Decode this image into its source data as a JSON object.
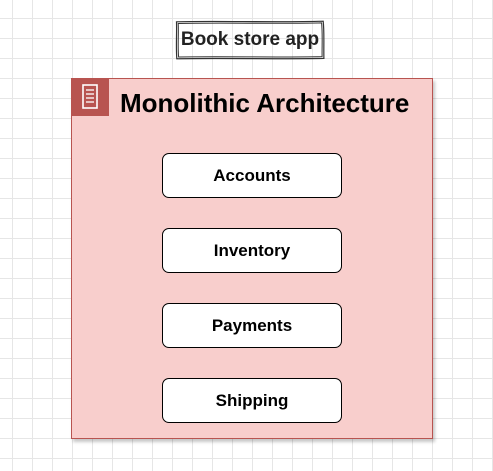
{
  "app_label": {
    "text": "Book store app"
  },
  "container": {
    "title": "Monolithic Architecture",
    "icon": "server-icon",
    "fill_color": "#f8cecc",
    "stroke_color": "#b85450"
  },
  "modules": [
    {
      "label": "Accounts"
    },
    {
      "label": "Inventory"
    },
    {
      "label": "Payments"
    },
    {
      "label": "Shipping"
    }
  ]
}
